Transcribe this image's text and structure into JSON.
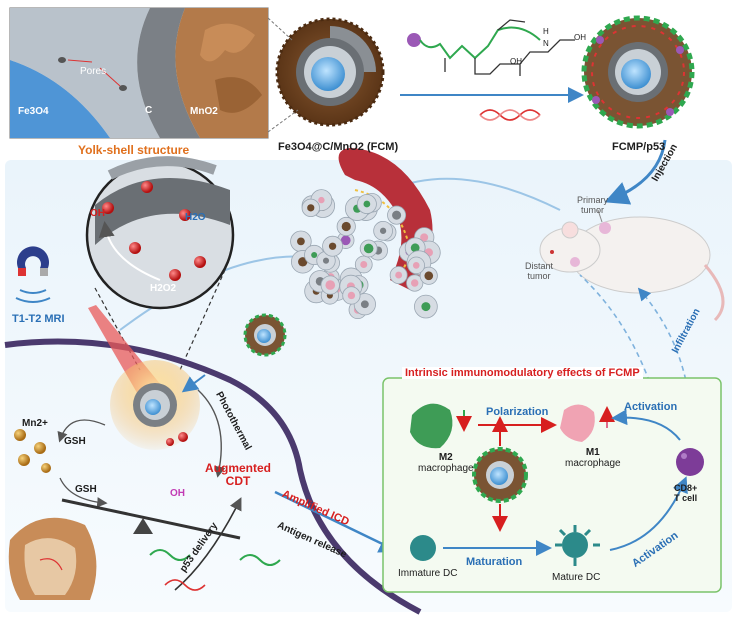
{
  "inset": {
    "fe3o4": "Fe3O4",
    "c": "C",
    "mno2": "MnO2",
    "pores": "Pores"
  },
  "yolk_shell_title": "Yolk-shell structure",
  "fcm_label": "Fe3O4@C/MnO2 (FCM)",
  "fcmp_label": "FCMP/p53",
  "polymer": {
    "oh_end": "OH",
    "h_amine": "H",
    "n_amine": "N",
    "oh_mid": "OH"
  },
  "injection": "Injection",
  "mouse": {
    "primary_tumor_1": "Primary",
    "primary_tumor_2": "tumor",
    "distant_tumor_1": "Distant",
    "distant_tumor_2": "tumor"
  },
  "infiltration": "Infiltration",
  "zoom_circle": {
    "oh": "OH",
    "h2o": "H2O",
    "h2o2": "H2O2"
  },
  "mri": "T1-T2 MRI",
  "cell": {
    "mn_ion": "Mn2+",
    "gsh_top": "GSH",
    "gsh_bottom": "GSH",
    "oh_up": "OH",
    "photothermal": "Photothermal",
    "augmented_1": "Augmented",
    "augmented_2": "CDT",
    "p53_delivery": "p53 delivery",
    "amplified_icd": "Amplified ICD",
    "antigen_release": "Antigen release"
  },
  "immuno": {
    "title": "Intrinsic immunomodulatory effects of FCMP",
    "m2": "M2",
    "m2_sub": "macrophage",
    "m1": "M1",
    "m1_sub": "macrophage",
    "polarization": "Polarization",
    "activation_top": "Activation",
    "cd8": "CD8+",
    "tcell": "T cell",
    "immature_dc": "Immature DC",
    "maturation": "Maturation",
    "mature_dc": "Mature DC",
    "activation_bottom": "Activation"
  },
  "colors": {
    "orange_title": "#e0701d",
    "red_text": "#d71f1f",
    "blue_text": "#2a6fb5",
    "green_box": "#7ac36a",
    "cell_membrane": "#4b3a6e"
  }
}
